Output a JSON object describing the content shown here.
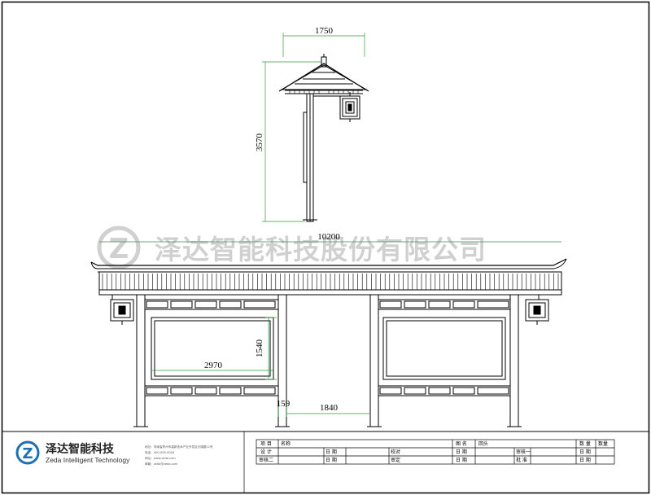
{
  "dimensions": {
    "lamp_width": "1750",
    "lamp_height": "3570",
    "total_length": "10200",
    "board_height": "1540",
    "board_width": "2970",
    "post_offset": "159",
    "opening_width": "1840"
  },
  "watermark": {
    "text": "泽达智能科技股份有限公司",
    "logo_letter": "Z"
  },
  "company": {
    "name_cn": "泽达智能科技",
    "name_en": "Zeda Intelligent Technology",
    "address_lines": [
      "地址：河南省郑州市高新技术产业开发区长椿路11号",
      "电话：400-000-0000",
      "网址：www.zeda.com",
      "邮箱：zeda@zeda.com"
    ]
  },
  "title_block": {
    "row1": {
      "c1": "项 目",
      "c2": "名称",
      "c3": "",
      "c4": "图 名",
      "c5": "回头",
      "c6": "",
      "c7": "数 量",
      "c8": "数量"
    },
    "row2": {
      "c1": "设 计",
      "c2": "",
      "c3": "日 期",
      "c4": "校对",
      "c5": "",
      "c6": "日 期",
      "c7": "审核一",
      "c8": "日 期"
    },
    "row3": {
      "c1": "审核二",
      "c2": "",
      "c3": "日 期",
      "c4": "审定",
      "c5": "",
      "c6": "日 期",
      "c7": "批 准",
      "c8": "日 期"
    }
  },
  "colors": {
    "line": "#000000",
    "dimension": "#2e9e3c",
    "watermark": "#cfcfcf"
  }
}
